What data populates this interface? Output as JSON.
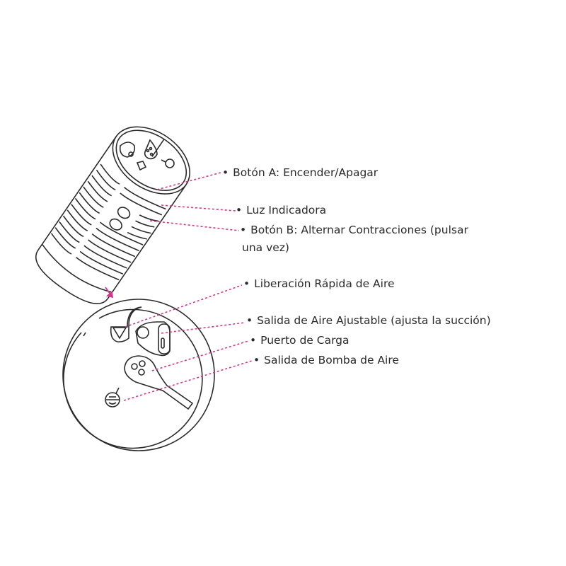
{
  "colors": {
    "accent": "#d4368c",
    "line": "#2b2b2b"
  },
  "labels": {
    "button_a": "Botón A: Encender/Apagar",
    "indicator": "Luz Indicadora",
    "button_b_line1": "Botón B: Alternar Contracciones (pulsar",
    "button_b_line2": "una vez)",
    "quick_release": "Liberación Rápida de Aire",
    "adjustable_outlet": "Salida de Aire Ajustable (ajusta la succión)",
    "charging_port": "Puerto de Carga",
    "pump_outlet": "Salida de Bomba de Aire"
  },
  "bullet": "•"
}
